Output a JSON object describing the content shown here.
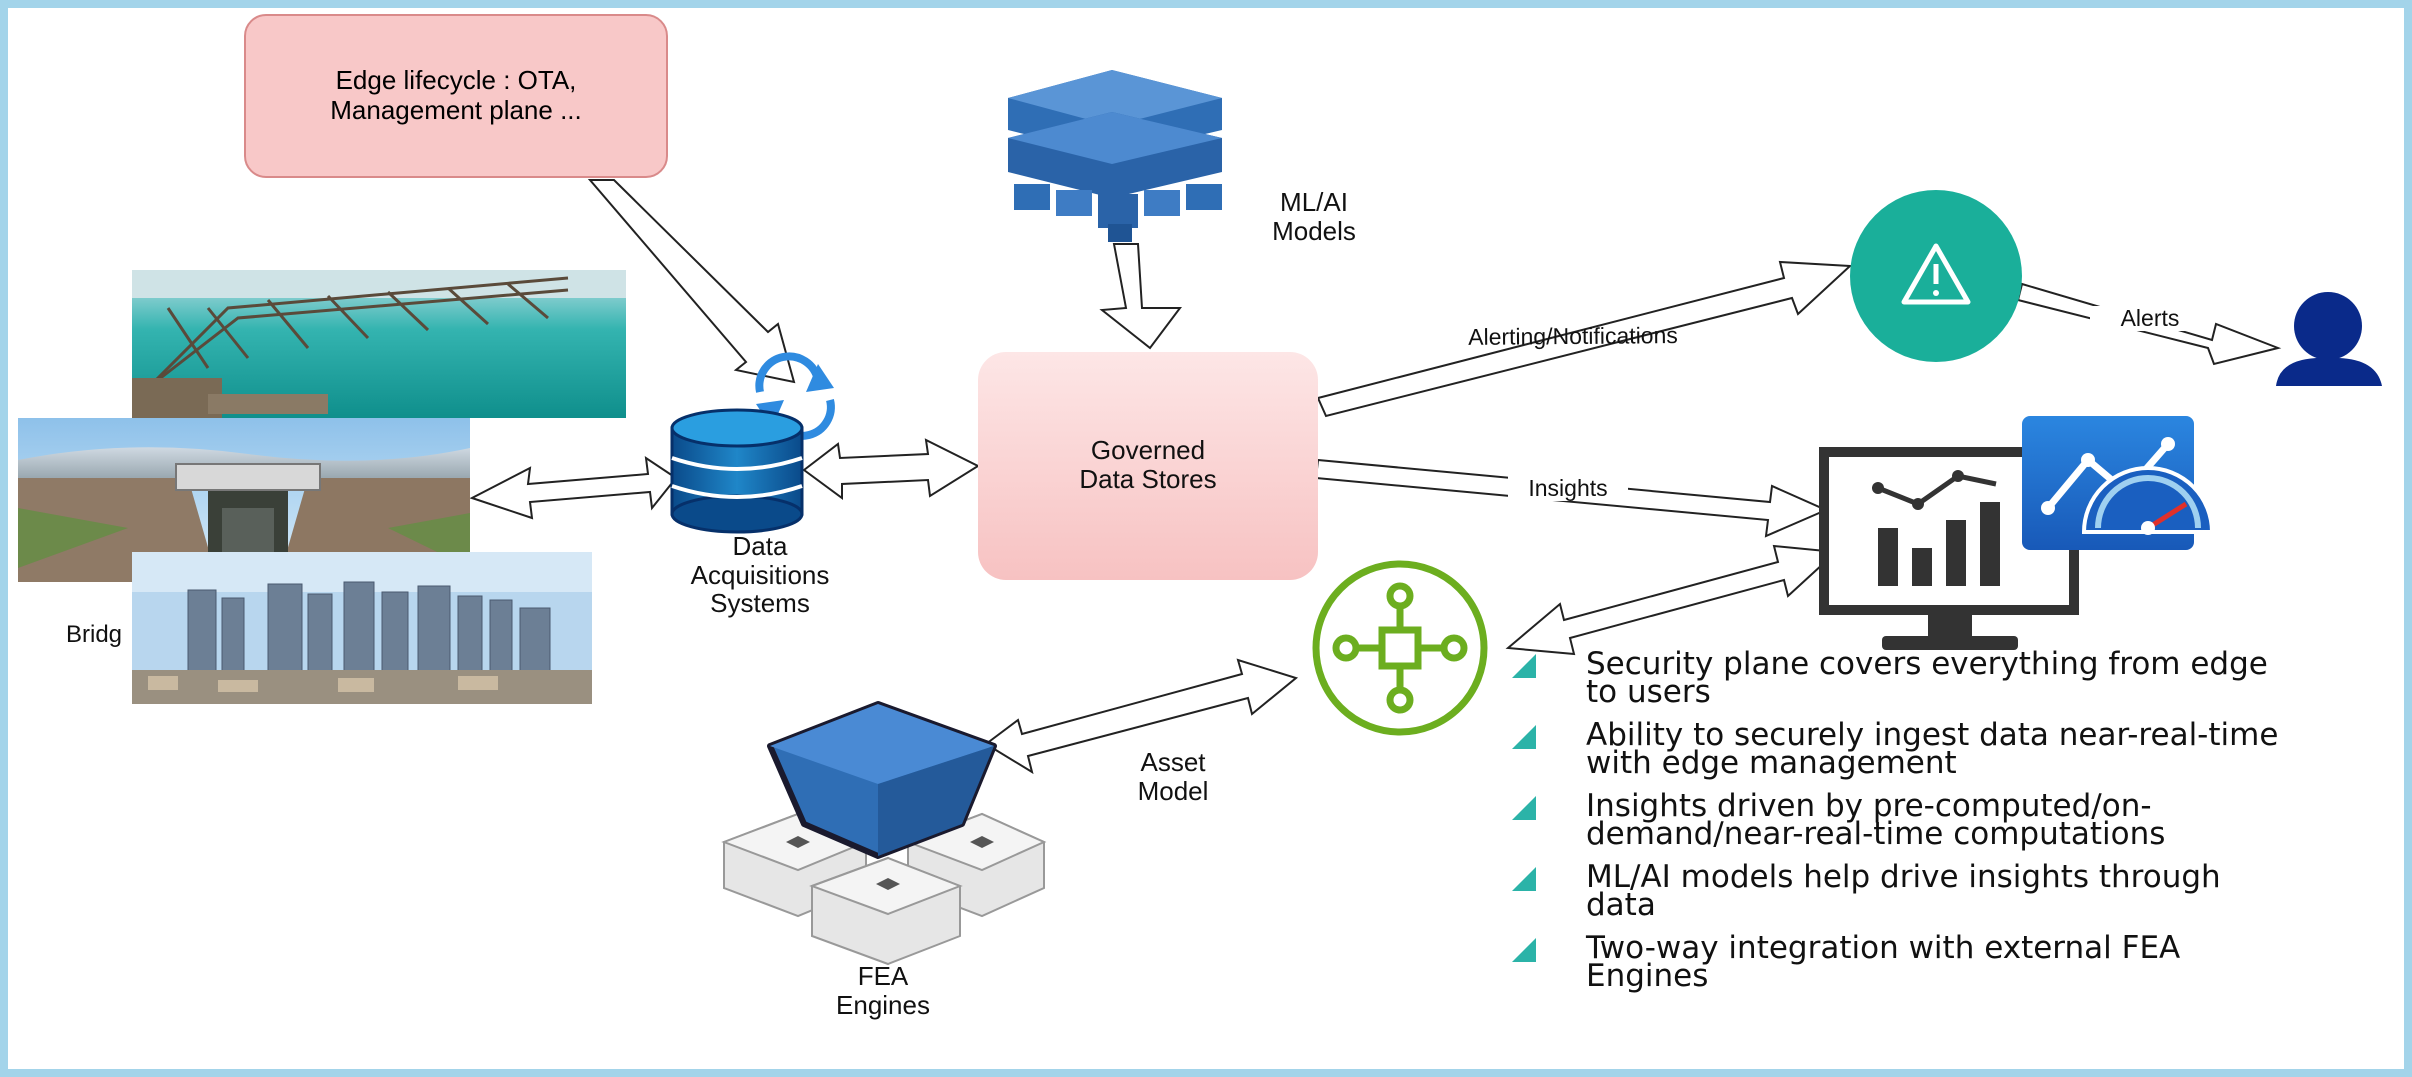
{
  "edge_box": {
    "line1": "Edge lifecycle : OTA,",
    "line2": "Management plane ..."
  },
  "ml_models": {
    "line1": "ML/AI",
    "line2": "Models"
  },
  "governed_store": {
    "line1": "Governed",
    "line2": "Data Stores"
  },
  "das": {
    "line1": "Data",
    "line2": "Acquisitions",
    "line3": "Systems"
  },
  "fea": {
    "line1": "FEA",
    "line2": "Engines"
  },
  "asset_model": {
    "line1": "Asset",
    "line2": "Model"
  },
  "edge_labels": {
    "alerting": "Alerting/Notifications",
    "alerts": "Alerts",
    "insights": "Insights"
  },
  "bridge_caption": "Bridg",
  "bullets": [
    {
      "l1": "Security plane covers everything from edge",
      "l2": "to users"
    },
    {
      "l1": "Ability to securely ingest data near-real-time",
      "l2": "with edge management"
    },
    {
      "l1": "Insights driven by pre-computed/on-",
      "l2": "demand/near-real-time computations"
    },
    {
      "l1": "ML/AI models help drive insights through",
      "l2": "data"
    },
    {
      "l1": "Two-way integration with external FEA",
      "l2": "Engines"
    }
  ],
  "colors": {
    "border": "#a3d4ea",
    "teal": "#1aaf9a",
    "navy": "#0a2a8a",
    "green": "#6cae1f",
    "pink": "#e0338a",
    "blue": "#2f6eb5"
  }
}
